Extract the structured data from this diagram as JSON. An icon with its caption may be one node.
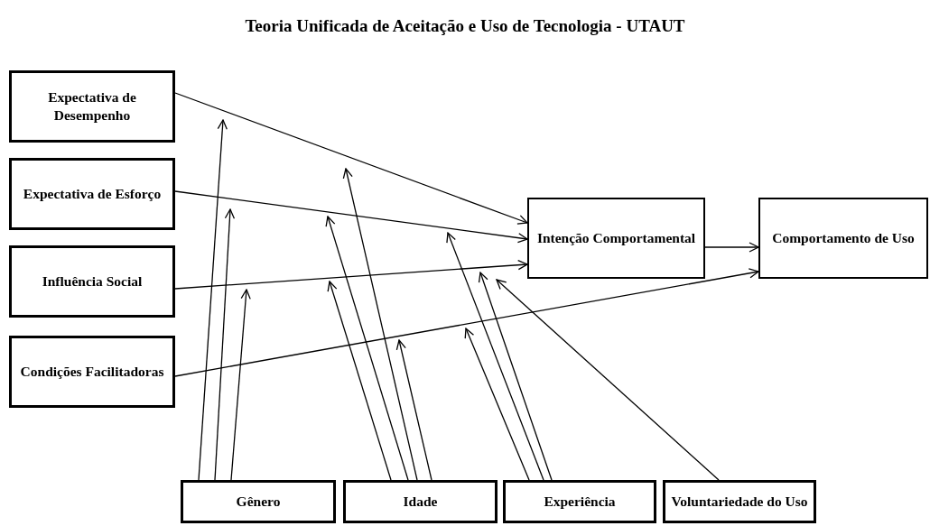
{
  "diagram": {
    "title": "Teoria Unificada de Aceitação e Uso de Tecnologia - UTAUT",
    "nodes": [
      {
        "text": [
          "Expectativa de Desempenho"
        ]
      },
      {
        "text": [
          "Expectativa de Esforço"
        ]
      },
      {
        "text": [
          "Influência Social"
        ]
      },
      {
        "text": [
          "Condições Facilitadoras"
        ]
      },
      {
        "text": [
          "Intenção Comportamental"
        ]
      },
      {
        "text": [
          "Comportamento de Uso"
        ]
      },
      {
        "text": [
          "Gênero"
        ]
      },
      {
        "text": [
          "Idade"
        ]
      },
      {
        "text": [
          "Experiência"
        ]
      },
      {
        "text": [
          "Voluntariedade do Uso"
        ]
      }
    ],
    "edges": [
      {
        "from": 0,
        "to": 4,
        "arrow": "to"
      },
      {
        "from": 1,
        "to": 4,
        "arrow": "to"
      },
      {
        "from": 2,
        "to": 4,
        "arrow": "to"
      },
      {
        "from": 3,
        "to": 5,
        "arrow": "to"
      },
      {
        "from": 4,
        "to": 5,
        "arrow": "to"
      },
      {
        "from": 6,
        "to": null,
        "arrow": "to"
      },
      {
        "from": 6,
        "to": null,
        "arrow": "to"
      },
      {
        "from": 6,
        "to": null,
        "arrow": "to"
      },
      {
        "from": 7,
        "to": null,
        "arrow": "to"
      },
      {
        "from": 7,
        "to": null,
        "arrow": "to"
      },
      {
        "from": 7,
        "to": null,
        "arrow": "to"
      },
      {
        "from": 7,
        "to": null,
        "arrow": "to"
      },
      {
        "from": 8,
        "to": null,
        "arrow": "to"
      },
      {
        "from": 8,
        "to": null,
        "arrow": "to"
      },
      {
        "from": 8,
        "to": null,
        "arrow": "to"
      },
      {
        "from": 9,
        "to": null,
        "arrow": "to"
      }
    ]
  }
}
